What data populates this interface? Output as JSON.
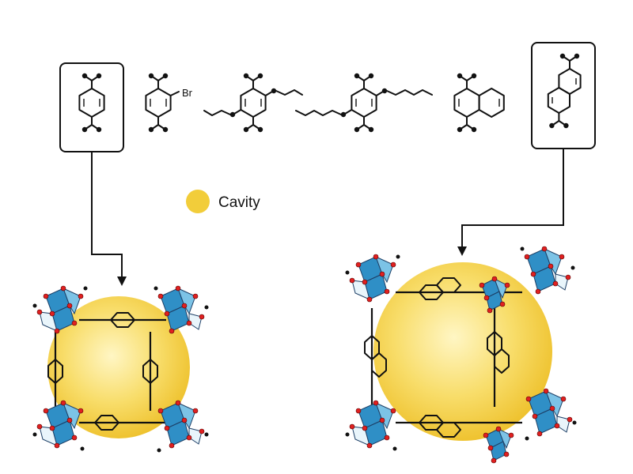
{
  "legend": {
    "cavity_label": "Cavity",
    "cavity_color": "#f2cd3a"
  },
  "linkers": {
    "bromo_label": "Br",
    "boxed": [
      "linker-1",
      "linker-6"
    ],
    "items": [
      {
        "id": "linker-1",
        "icon": "terephthalate-icon"
      },
      {
        "id": "linker-2",
        "icon": "bromo-terephthalate-icon"
      },
      {
        "id": "linker-3",
        "icon": "dipropoxy-terephthalate-icon"
      },
      {
        "id": "linker-4",
        "icon": "dipentoxy-terephthalate-icon"
      },
      {
        "id": "linker-5",
        "icon": "naphthalene-1-4-dicarboxylate-icon"
      },
      {
        "id": "linker-6",
        "icon": "naphthalene-2-6-dicarboxylate-icon"
      }
    ]
  },
  "frameworks": [
    {
      "id": "framework-left",
      "icon": "mof-small-cavity-icon",
      "linker": "linker-1"
    },
    {
      "id": "framework-right",
      "icon": "mof-large-cavity-icon",
      "linker": "linker-6"
    }
  ],
  "colors": {
    "octahedron_dark": "#2f8fc6",
    "octahedron_light": "#7cc3e6",
    "oxygen": "#e02020",
    "carbon": "#111111",
    "cavity_core": "#fff3b0",
    "cavity_edge": "#f0c52e"
  }
}
